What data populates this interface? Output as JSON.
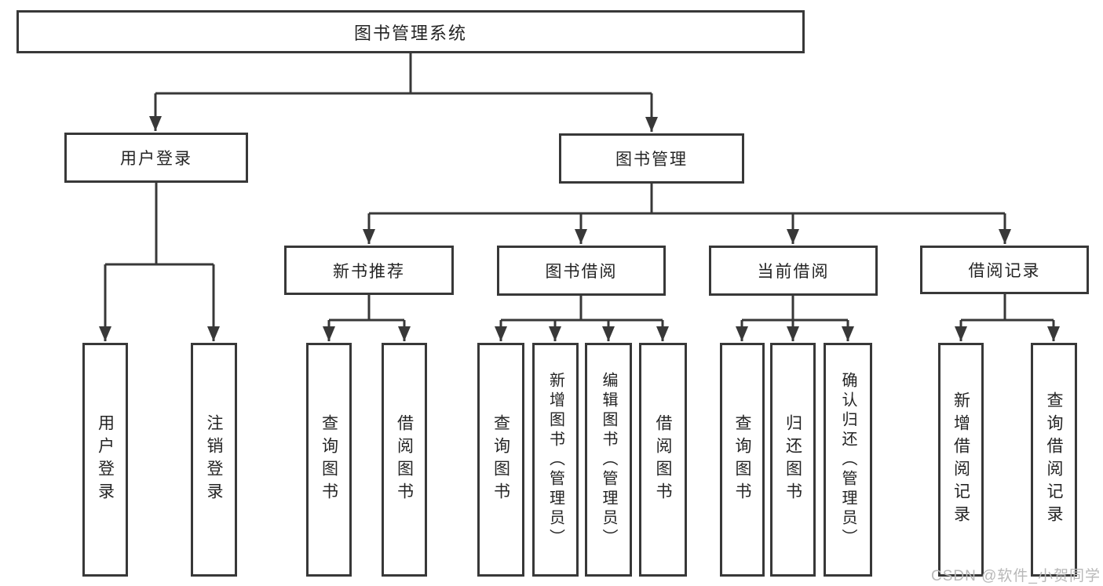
{
  "tree": {
    "root": {
      "label": "图书管理系统",
      "children": [
        {
          "label": "用户登录",
          "children": [
            {
              "label": "用户登录"
            },
            {
              "label": "注销登录"
            }
          ]
        },
        {
          "label": "图书管理",
          "children": [
            {
              "label": "新书推荐",
              "children": [
                {
                  "label": "查询图书"
                },
                {
                  "label": "借阅图书"
                }
              ]
            },
            {
              "label": "图书借阅",
              "children": [
                {
                  "label": "查询图书"
                },
                {
                  "label": "新增图书（管理员）"
                },
                {
                  "label": "编辑图书（管理员）"
                },
                {
                  "label": "借阅图书"
                }
              ]
            },
            {
              "label": "当前借阅",
              "children": [
                {
                  "label": "查询图书"
                },
                {
                  "label": "归还图书"
                },
                {
                  "label": "确认归还（管理员）"
                }
              ]
            },
            {
              "label": "借阅记录",
              "children": [
                {
                  "label": "新增借阅记录"
                },
                {
                  "label": "查询借阅记录"
                }
              ]
            }
          ]
        }
      ]
    }
  },
  "watermark": {
    "text": "CSDN @软件_小贺同学"
  },
  "colors": {
    "line": "#383838",
    "text": "#242424",
    "watermark": "#b8b8b8",
    "background": "#ffffff"
  }
}
